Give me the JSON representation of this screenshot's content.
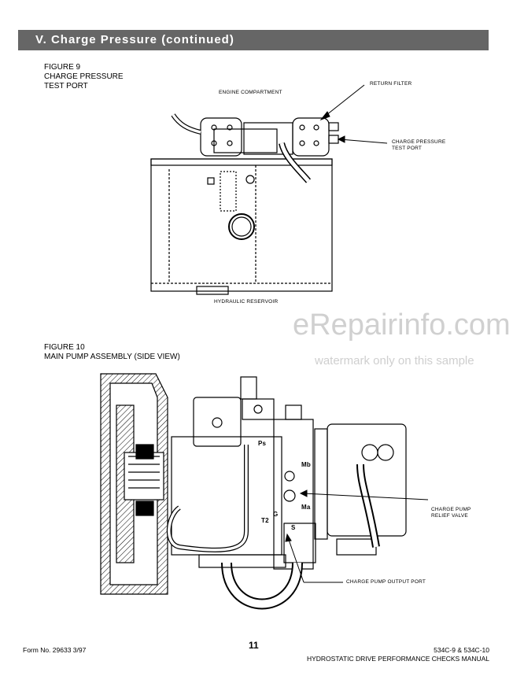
{
  "section": {
    "title": "V. Charge Pressure (continued)"
  },
  "figure9": {
    "caption": "FIGURE 9\nCHARGE PRESSURE\nTEST PORT",
    "labels": {
      "engine_compartment": "ENGINE COMPARTMENT",
      "return_filter": "RETURN FILTER",
      "charge_pressure_test_port": "CHARGE PRESSURE\nTEST PORT",
      "hydraulic_reservoir": "HYDRAULIC RESERVOIR"
    }
  },
  "figure10": {
    "caption": "FIGURE 10\nMAIN PUMP ASSEMBLY (SIDE VIEW)",
    "labels": {
      "charge_pump_relief_valve": "CHARGE PUMP\nRELIEF VALVE",
      "charge_pump_output_port": "CHARGE PUMP OUTPUT PORT",
      "port_ps": "Ps",
      "port_mb": "Mb",
      "port_ma": "Ma",
      "port_t2": "T2",
      "port_g": "G",
      "port_s": "S"
    }
  },
  "watermark": {
    "logo": "eRepairinfo.com",
    "note": "watermark only on this sample"
  },
  "footer": {
    "form_no": "Form No. 29633 3/97",
    "page_number": "11",
    "model": "534C-9 & 534C-10",
    "manual": "HYDROSTATIC DRIVE PERFORMANCE CHECKS MANUAL"
  }
}
